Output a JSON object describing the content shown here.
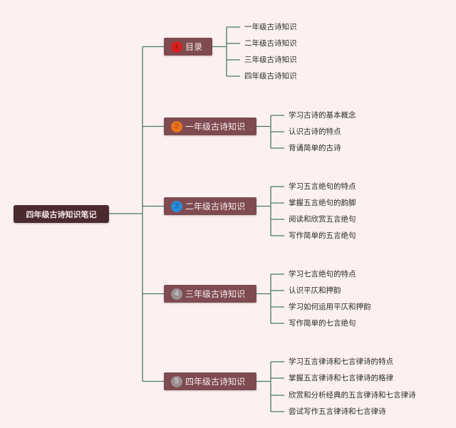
{
  "root": {
    "label": "四年级古诗知识笔记"
  },
  "branches": [
    {
      "number": "1",
      "label": "目录",
      "badge_color": "#d81f1f",
      "badge_text_color": "#a71616",
      "items": [
        "一年级古诗知识",
        "二年级古诗知识",
        "三年级古诗知识",
        "四年级古诗知识"
      ]
    },
    {
      "number": "2",
      "label": "一年级古诗知识",
      "badge_color": "#e8731a",
      "badge_text_color": "#c25c10",
      "items": [
        "学习古诗的基本概念",
        "认识古诗的特点",
        "背诵简单的古诗"
      ]
    },
    {
      "number": "3",
      "label": "二年级古诗知识",
      "badge_color": "#2a8bd6",
      "badge_text_color": "#1d6fae",
      "items": [
        "学习五言绝句的特点",
        "掌握五言绝句的韵脚",
        "阅读和欣赏五言绝句",
        "写作简单的五言绝句"
      ]
    },
    {
      "number": "4",
      "label": "三年级古诗知识",
      "badge_color": "#9a8e90",
      "badge_text_color": "#c9c0c1",
      "items": [
        "学习七言绝句的特点",
        "认识平仄和押韵",
        "学习如何运用平仄和押韵",
        "写作简单的七言绝句"
      ]
    },
    {
      "number": "5",
      "label": "四年级古诗知识",
      "badge_color": "#9a8e90",
      "badge_text_color": "#c9c0c1",
      "items": [
        "学习五言律诗和七言律诗的特点",
        "掌握五言律诗和七言律诗的格律",
        "欣赏和分析经典的五言律诗和七言律诗",
        "尝试写作五言律诗和七言律诗"
      ]
    }
  ],
  "colors": {
    "line": "#4a7a64"
  }
}
